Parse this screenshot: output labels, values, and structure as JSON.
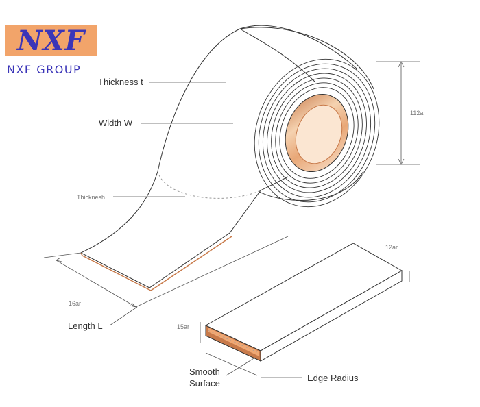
{
  "logo": {
    "mark": "NXF",
    "company": "NXF GROUP"
  },
  "labels": {
    "thickness_t": "Thickness t",
    "width_w": "Width W",
    "thickness_strip": "Thicknesh",
    "length_l": "Length L",
    "smooth_surface_line1": "Smooth",
    "smooth_surface_line2": "Surface",
    "edge_radius": "Edge Radius"
  },
  "dimensions": {
    "roll_height": "112ar",
    "strip_length": "16ar",
    "bar_width": "12ar",
    "bar_thickness": "15ar"
  },
  "colors": {
    "logo_bg": "#f2a46a",
    "logo_text": "#3b35b8",
    "copper": "#c87a4a",
    "copper_light": "#f0c7a0",
    "line": "#333333"
  }
}
